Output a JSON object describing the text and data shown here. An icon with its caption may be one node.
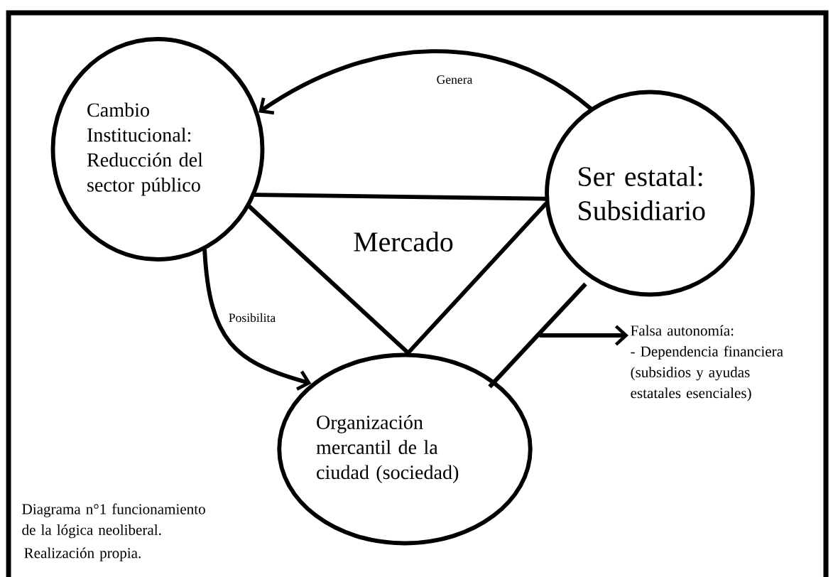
{
  "diagram": {
    "nodes": [
      {
        "text": [
          "Cambio Institucional: Reducción del sector público"
        ]
      },
      {
        "text": [
          "Ser estatal: Subsidiario"
        ]
      },
      {
        "text": [
          "Organización mercantil de la ciudad (sociedad)"
        ]
      },
      {
        "text": [
          "Falsa autonomía:",
          "- Dependencia financiera (subsidios y ayudas estatales esenciales)"
        ]
      },
      {
        "text": [],
        "shape": "bar"
      }
    ],
    "edges": [
      {
        "from": 1,
        "to": 0,
        "arrow": "to",
        "label": "Genera"
      },
      {
        "from": 0,
        "to": 2,
        "arrow": "to",
        "label": "Posibilita"
      },
      {
        "from": 0,
        "to": 1,
        "arrow": "none"
      },
      {
        "from": 0,
        "to": 2,
        "arrow": "none"
      },
      {
        "from": 1,
        "to": 2,
        "arrow": "none"
      },
      {
        "from": 4,
        "to": 3,
        "arrow": "to"
      }
    ],
    "labels": [
      "Mercado",
      "Diagrama n°1 funcionamiento de la lógica neoliberal.",
      "Realización propia."
    ]
  }
}
